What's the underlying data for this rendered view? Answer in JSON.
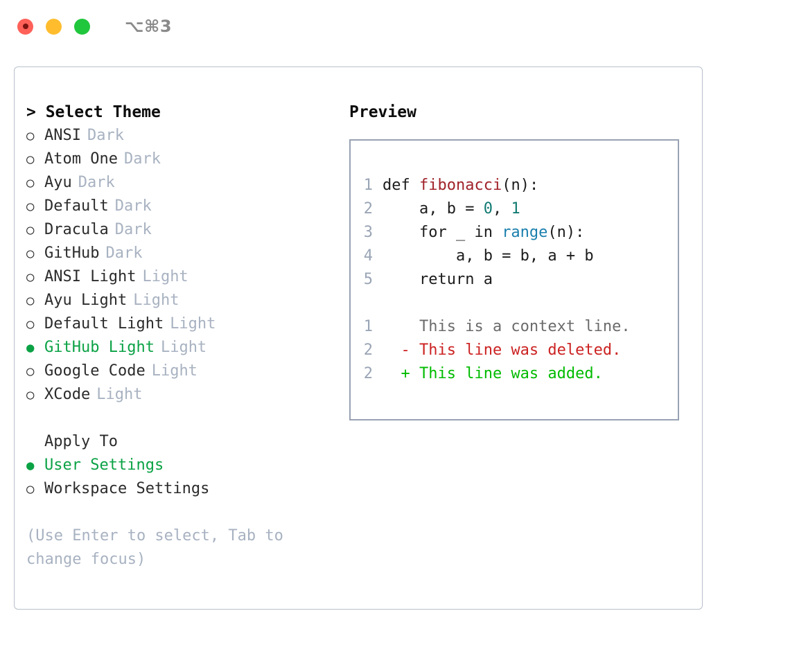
{
  "titlebar": {
    "shortcut": "⌥⌘3",
    "buttons": [
      {
        "name": "close",
        "color": "#ff6159"
      },
      {
        "name": "minimize",
        "color": "#ffbd2e"
      },
      {
        "name": "zoom",
        "color": "#20c63c"
      }
    ]
  },
  "theme_panel": {
    "header": "> Select Theme",
    "marker_selected": "●",
    "marker_unselected": "○",
    "items": [
      {
        "label": "ANSI",
        "variant": "Dark",
        "selected": false
      },
      {
        "label": "Atom One",
        "variant": "Dark",
        "selected": false
      },
      {
        "label": "Ayu",
        "variant": "Dark",
        "selected": false
      },
      {
        "label": "Default",
        "variant": "Dark",
        "selected": false
      },
      {
        "label": "Dracula",
        "variant": "Dark",
        "selected": false
      },
      {
        "label": "GitHub",
        "variant": "Dark",
        "selected": false
      },
      {
        "label": "ANSI Light",
        "variant": "Light",
        "selected": false
      },
      {
        "label": "Ayu Light",
        "variant": "Light",
        "selected": false
      },
      {
        "label": "Default Light",
        "variant": "Light",
        "selected": false
      },
      {
        "label": "GitHub Light",
        "variant": "Light",
        "selected": true
      },
      {
        "label": "Google Code",
        "variant": "Light",
        "selected": false
      },
      {
        "label": "XCode",
        "variant": "Light",
        "selected": false
      }
    ]
  },
  "apply_to": {
    "title": "Apply To",
    "items": [
      {
        "label": "User Settings",
        "selected": true
      },
      {
        "label": "Workspace Settings",
        "selected": false
      }
    ]
  },
  "hint": "(Use Enter to select, Tab to change focus)",
  "preview": {
    "title": "Preview",
    "code": [
      {
        "lineno": "1",
        "tokens": [
          {
            "t": "def ",
            "c": "plain"
          },
          {
            "t": "fibonacci",
            "c": "fn"
          },
          {
            "t": "(n):",
            "c": "plain"
          }
        ]
      },
      {
        "lineno": "2",
        "tokens": [
          {
            "t": "    a, b = ",
            "c": "plain"
          },
          {
            "t": "0",
            "c": "num"
          },
          {
            "t": ", ",
            "c": "plain"
          },
          {
            "t": "1",
            "c": "num"
          }
        ]
      },
      {
        "lineno": "3",
        "tokens": [
          {
            "t": "    for _ in ",
            "c": "plain"
          },
          {
            "t": "range",
            "c": "call"
          },
          {
            "t": "(n):",
            "c": "plain"
          }
        ]
      },
      {
        "lineno": "4",
        "tokens": [
          {
            "t": "        a, b = b, a + b",
            "c": "plain"
          }
        ]
      },
      {
        "lineno": "5",
        "tokens": [
          {
            "t": "    return a",
            "c": "plain"
          }
        ]
      }
    ],
    "diff": [
      {
        "lineno": "1",
        "marker": " ",
        "text": "This is a context line.",
        "kind": "ctx"
      },
      {
        "lineno": "2",
        "marker": "-",
        "text": "This line was deleted.",
        "kind": "del"
      },
      {
        "lineno": "2",
        "marker": "+",
        "text": "This line was added.",
        "kind": "add"
      }
    ]
  },
  "colors": {
    "accent_green": "#0ba245",
    "variant_gray": "#a8b2c1",
    "lineno_gray": "#9aa5b5",
    "border": "#98a2b3",
    "fn_red": "#a0222a",
    "num_teal": "#117a71",
    "call_blue": "#1a7fad",
    "diff_del": "#cc2222",
    "diff_add": "#00bb00",
    "diff_ctx": "#6b6b6b"
  }
}
